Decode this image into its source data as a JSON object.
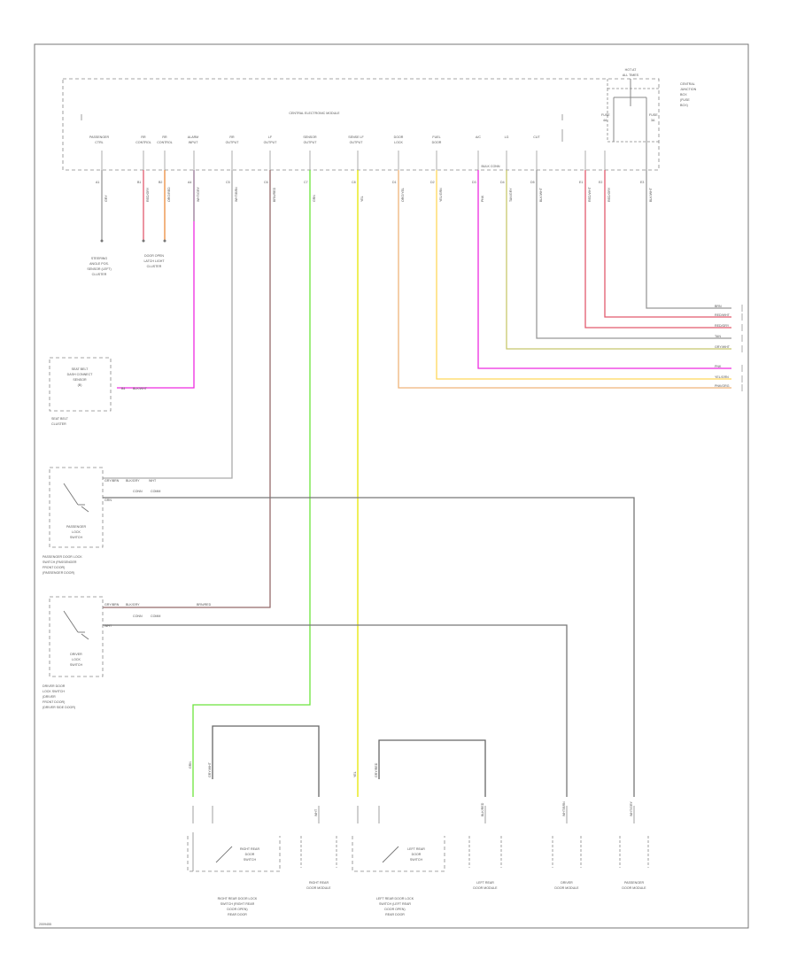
{
  "diagram": {
    "figure_id": "2009455",
    "bcm": {
      "title": "CENTRAL ELECTRONIC MODULE",
      "hot_at_all_times": [
        "HOT AT",
        "ALL TIMES"
      ],
      "fuse_box": [
        "CENTRAL",
        "JUNCTION",
        "BOX",
        "(FUSE",
        "BOX)"
      ],
      "fuses": [
        [
          "FUSE",
          "4A"
        ],
        [
          "FUSE",
          "3A"
        ]
      ],
      "pins": [
        {
          "name": [
            "PASSENGER",
            "CTRL"
          ],
          "pin": "A1",
          "wire": "GRY"
        },
        {
          "name": [
            "RR",
            "CONTROL"
          ],
          "pin": "B1",
          "wire": "RED/GRY"
        },
        {
          "name": [
            "RR",
            "CONTROL"
          ],
          "pin": "B2",
          "wire": "ORG/RED"
        },
        {
          "name": [
            "ALARM",
            "INPUT"
          ],
          "pin": "A4",
          "wire": "WHT/GRY"
        },
        {
          "name": [
            "RR",
            "OUTPUT"
          ],
          "pin": "C5",
          "wire": "WHT/BRN"
        },
        {
          "name": [
            "LF",
            "OUTPUT"
          ],
          "pin": "C6",
          "wire": "BRN/RED"
        },
        {
          "name": [
            "SENSOR",
            "OUTPUT"
          ],
          "pin": "C7",
          "wire": "GRN"
        },
        {
          "name": [
            "SENSE LF",
            "OUTPUT"
          ],
          "pin": "C8",
          "wire": "YEL"
        },
        {
          "name": [
            "DOOR",
            "LOCK"
          ],
          "pin": "D1",
          "wire": "ORG/YEL"
        },
        {
          "name": [
            "FUEL",
            "DOOR"
          ],
          "pin": "D2",
          "wire": "YEL/GRN"
        },
        {
          "name": [
            "A/C"
          ],
          "pin": "D3",
          "wire": "PNK"
        },
        {
          "name": [
            "LG"
          ],
          "pin": "D4",
          "wire": "TAN/GRY"
        },
        {
          "name": [
            "CUT"
          ],
          "pin": "D5",
          "wire": "BLK/WHT"
        },
        {
          "name": [],
          "pin": "E1",
          "wire": "RED/WHT"
        },
        {
          "name": [],
          "pin": "E2",
          "wire": "RED/GRY"
        },
        {
          "name": [],
          "pin": "E3",
          "wire": "BLK/WHT"
        }
      ],
      "connector_label": "BULK CONN"
    },
    "bcm_left_components": [
      [
        "STEERING",
        "ANGLE POS.",
        "SENSOR (LEFT)",
        "CLUSTER"
      ],
      [
        "DOOR OPEN",
        "LATCH LIGHT",
        "CLUSTER"
      ]
    ],
    "right_edge_labels": [
      "BRN",
      "RED/WHT",
      "RED/GRY",
      "TAN",
      "GRY/WHT",
      "PNK",
      "YEL/GRN",
      "PNK/ORG"
    ],
    "seat_belt_switch": {
      "inner": [
        "SEAT BELT",
        "DASH CONNECT",
        "SENSOR",
        "(B)"
      ],
      "wire": "BLK/WHT",
      "pin": "B4",
      "label": [
        "SEAT BELT",
        "CLUSTER"
      ]
    },
    "passenger_switch": {
      "inner": [
        "PASSENGER",
        "LOCK",
        "SWITCH"
      ],
      "wires": [
        "GRY/BRN",
        "BLK/GRY",
        "WHT",
        "GRN"
      ],
      "wire_labels": [
        "CONN",
        "COMM"
      ],
      "label": [
        "PASSENGER DOOR LOCK",
        "SWITCH (PASSENGER",
        "FRONT DOOR)",
        "(PASSENGER DOOR)"
      ]
    },
    "driver_switch": {
      "inner": [
        "DRIVER",
        "LOCK",
        "SWITCH"
      ],
      "wires": [
        "GRY/BRN",
        "BLK/GRY",
        "BRN/RED",
        "WHT"
      ],
      "wire_labels": [
        "CONN",
        "COMM"
      ],
      "label": [
        "DRIVER DOOR",
        "LOCK SWITCH",
        "(DRIVER",
        "FRONT DOOR)",
        "(DRIVER SIDE DOOR)"
      ]
    },
    "bottom": {
      "components": [
        {
          "inner": [
            "RIGHT REAR",
            "DOOR",
            "SWITCH"
          ],
          "label": [
            "RIGHT REAR DOOR LOCK",
            "SWITCH (RIGHT REAR",
            "DOOR OPEN)",
            "REAR DOOR"
          ]
        },
        {
          "inner": [],
          "label": [
            "RIGHT REAR",
            "DOOR MODULE"
          ]
        },
        {
          "inner": [
            "LEFT REAR",
            "DOOR",
            "SWITCH"
          ],
          "label": [
            "LEFT REAR DOOR LOCK",
            "SWITCH (LEFT REAR",
            "DOOR OPEN)",
            "REAR DOOR"
          ]
        },
        {
          "inner": [],
          "label": [
            "LEFT REAR",
            "DOOR MODULE"
          ]
        },
        {
          "inner": [],
          "label": [
            "DRIVER",
            "DOOR MODULE"
          ]
        },
        {
          "inner": [],
          "label": [
            "PASSENGER",
            "DOOR MODULE"
          ]
        }
      ],
      "wires": [
        "GRN",
        "GRY/WHT",
        "WHT",
        "YEL",
        "GRY/RED",
        "BLK/RED",
        "WHT/BRN",
        "WHT/GRY"
      ]
    },
    "colors": {
      "gray": "#888888",
      "red": "#e25a6e",
      "orange": "#eb8c3c",
      "green": "#6ce43c",
      "yellow": "#e6e600",
      "pink": "#ee2be0",
      "brown": "#946b6b",
      "light_orange": "#efb47a",
      "olive": "#c8c86e",
      "light_yellow": "#ffd75a"
    }
  }
}
